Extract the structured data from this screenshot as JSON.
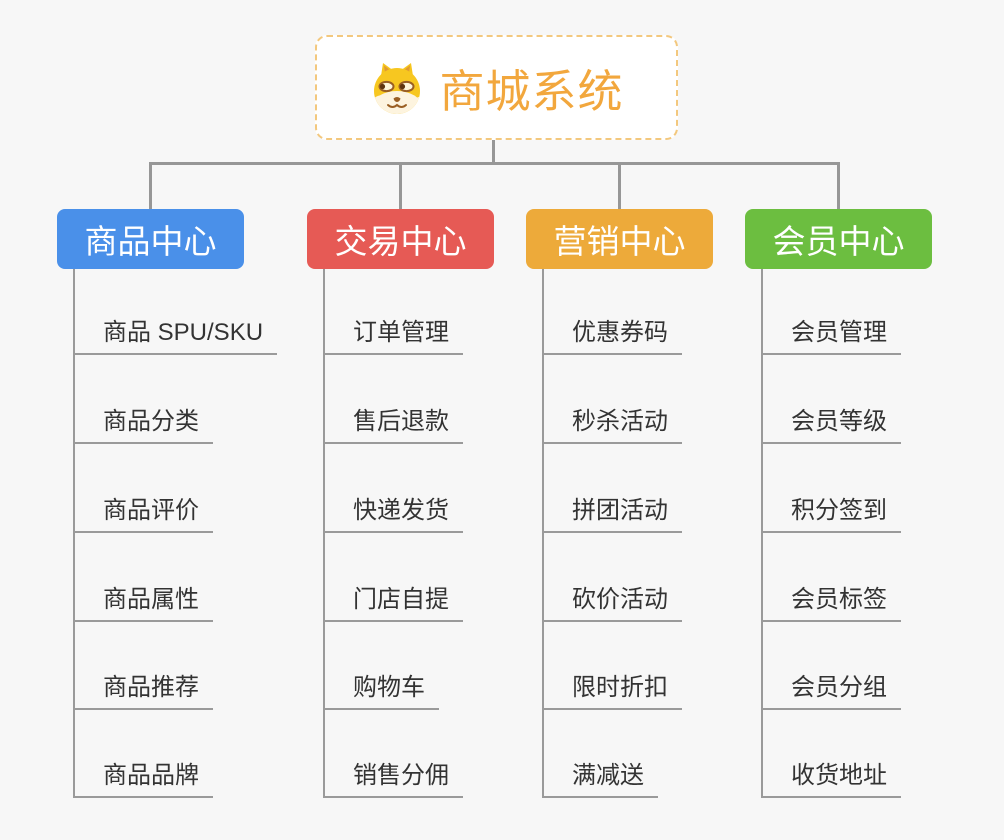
{
  "page": {
    "background": "#f7f7f7"
  },
  "root": {
    "label": "商城系统",
    "icon": "doge-icon",
    "text_color": "#f2a73d",
    "border_color": "#f3c87e"
  },
  "connectors": {
    "color": "#979797"
  },
  "branches": [
    {
      "label": "商品中心",
      "color": "#4a90e9",
      "items": [
        "商品 SPU/SKU",
        "商品分类",
        "商品评价",
        "商品属性",
        "商品推荐",
        "商品品牌"
      ]
    },
    {
      "label": "交易中心",
      "color": "#e65a55",
      "items": [
        "订单管理",
        "售后退款",
        "快递发货",
        "门店自提",
        "购物车",
        "销售分佣"
      ]
    },
    {
      "label": "营销中心",
      "color": "#edaa3a",
      "items": [
        "优惠券码",
        "秒杀活动",
        "拼团活动",
        "砍价活动",
        "限时折扣",
        "满减送"
      ]
    },
    {
      "label": "会员中心",
      "color": "#6cbe40",
      "items": [
        "会员管理",
        "会员等级",
        "积分签到",
        "会员标签",
        "会员分组",
        "收货地址"
      ]
    }
  ]
}
